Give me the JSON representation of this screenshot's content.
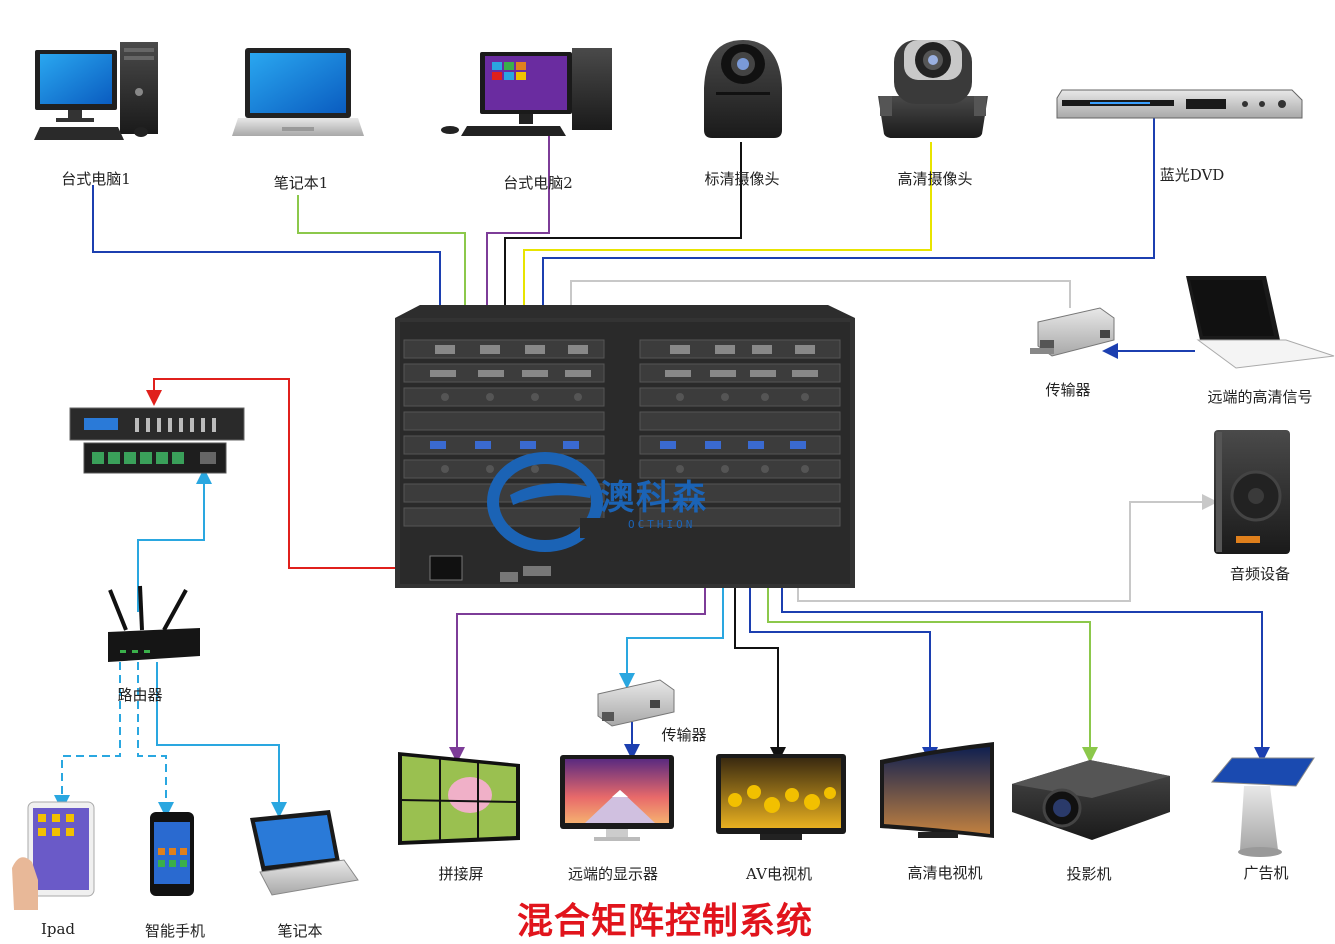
{
  "title": "混合矩阵控制系统",
  "brand": {
    "name": "澳科森",
    "sub": "OCTHION"
  },
  "sources": [
    {
      "id": "pc1",
      "label": "台式电脑1",
      "icon": "desktop-pc-icon"
    },
    {
      "id": "laptop1",
      "label": "笔记本1",
      "icon": "laptop-icon"
    },
    {
      "id": "pc2",
      "label": "台式电脑2",
      "icon": "desktop-pc-icon"
    },
    {
      "id": "sd_cam",
      "label": "标清摄像头",
      "icon": "sd-camera-icon"
    },
    {
      "id": "hd_cam",
      "label": "高清摄像头",
      "icon": "hd-camera-icon"
    },
    {
      "id": "bluray",
      "label": "蓝光DVD",
      "icon": "bluray-dvd-icon"
    }
  ],
  "remote": {
    "transmitter": "传输器",
    "remote_signal": "远端的高清信号",
    "audio": "音频设备"
  },
  "control": {
    "router": "路由器",
    "clients": [
      {
        "label": "Ipad",
        "icon": "ipad-icon"
      },
      {
        "label": "智能手机",
        "icon": "smartphone-icon"
      },
      {
        "label": "笔记本",
        "icon": "laptop-icon"
      }
    ]
  },
  "outputs": [
    {
      "label": "拼接屏",
      "icon": "video-wall-icon"
    },
    {
      "label": "远端的显示器",
      "icon": "monitor-icon"
    },
    {
      "label": "AV电视机",
      "icon": "av-tv-icon"
    },
    {
      "label": "高清电视机",
      "icon": "hd-tv-icon"
    },
    {
      "label": "投影机",
      "icon": "projector-icon"
    },
    {
      "label": "广告机",
      "icon": "kiosk-icon"
    }
  ],
  "output_transmitter": "传输器",
  "colors": {
    "blue": "#1c3fb0",
    "green": "#8cc84b",
    "purple": "#7d3c98",
    "black": "#111111",
    "yellow": "#f2f000",
    "gray": "#c8c8c8",
    "red": "#e0201c",
    "cyan": "#2aa7e0",
    "title": "#e1141c"
  }
}
